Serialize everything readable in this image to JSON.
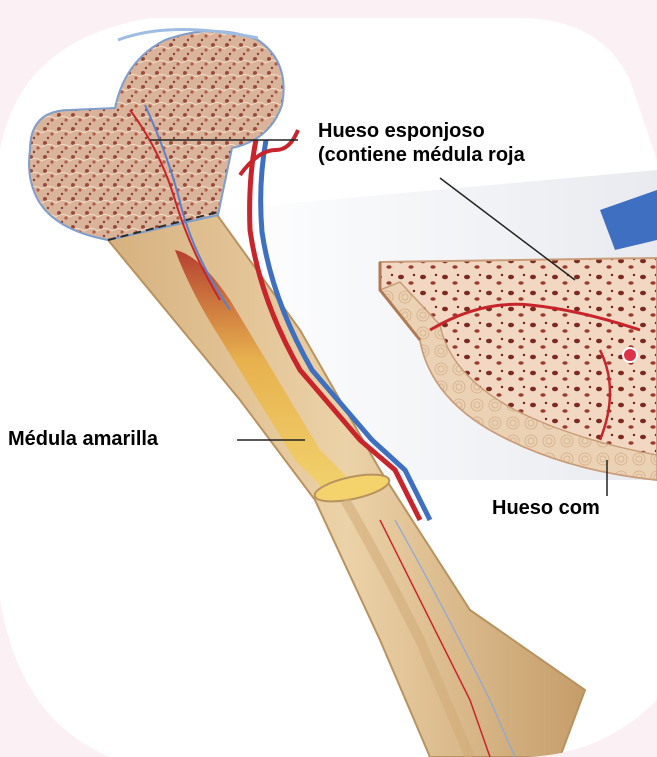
{
  "labels": {
    "spongy_bone_line1": "Hueso esponjoso",
    "spongy_bone_line2": "(contiene médula roja",
    "yellow_marrow": "Médula amarilla",
    "compact_bone": "Hueso com"
  },
  "colors": {
    "background": "#fbf0f4",
    "bone": "#e2c392",
    "bone_shadow": "#c9a672",
    "spongy_bone": "#caa08a",
    "artery": "#c8242b",
    "vein": "#3f6fc0",
    "yellow_marrow": "#f1cf5a",
    "label_text": "#000000"
  }
}
